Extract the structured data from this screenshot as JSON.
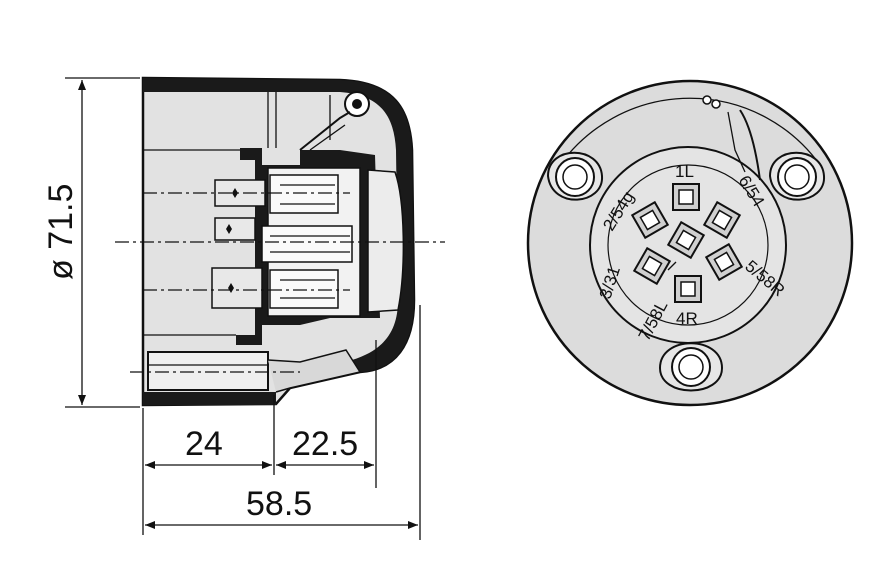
{
  "side_view": {
    "diameter_label": "ø 71.5",
    "dim_24": "24",
    "dim_22_5": "22.5",
    "dim_58_5": "58.5"
  },
  "front_view": {
    "pins": {
      "p1L": "1L",
      "p2": "2/54g",
      "p3": "3/31",
      "p4R": "4R",
      "p5": "5/58R",
      "p6": "6/54",
      "p7": "7/58L"
    }
  },
  "colors": {
    "line": "#111111",
    "fill_gray": "#dcdcdc",
    "background": "#ffffff"
  }
}
